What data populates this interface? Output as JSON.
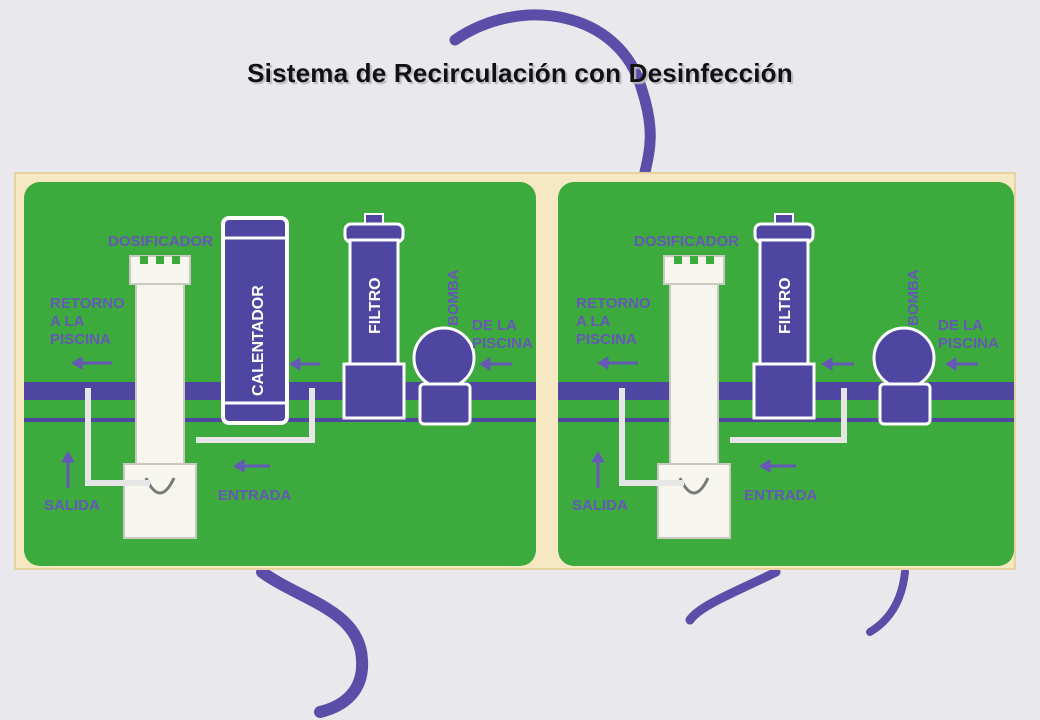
{
  "title": "Sistema de Recirculación con Desinfección",
  "colors": {
    "background": "#e9e8ec",
    "panel_green": "#3caa3c",
    "pipe_purple": "#4e46a0",
    "label_purple": "#6658b6",
    "swirl_purple": "#5a4ea8",
    "frame_beige": "#f7e8c4"
  },
  "panels": [
    {
      "dosificador": "DOSIFICADOR",
      "calentador": "CALENTADOR",
      "filtro": "FILTRO",
      "bomba": "BOMBA",
      "retorno": [
        "RETORNO",
        "A LA",
        "PISCINA"
      ],
      "de_la_piscina": [
        "DE LA",
        "PISCINA"
      ],
      "salida": "SALIDA",
      "entrada": "ENTRADA"
    },
    {
      "dosificador": "DOSIFICADOR",
      "filtro": "FILTRO",
      "bomba": "BOMBA",
      "retorno": [
        "RETORNO",
        "A LA",
        "PISCINA"
      ],
      "de_la_piscina": [
        "DE LA",
        "PISCINA"
      ],
      "salida": "SALIDA",
      "entrada": "ENTRADA"
    }
  ]
}
